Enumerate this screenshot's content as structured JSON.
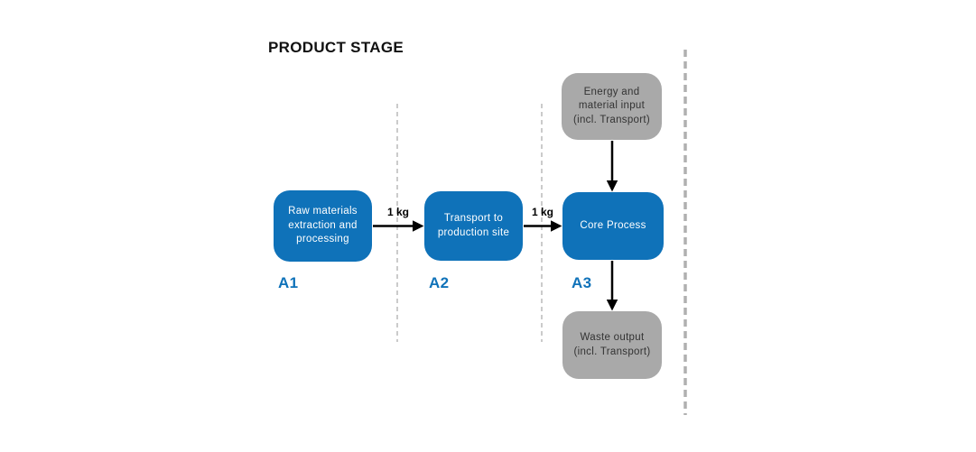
{
  "title": "PRODUCT STAGE",
  "colors": {
    "stage_box_blue": "#0f72b9",
    "aux_box_gray": "#a9a9a9",
    "stage_box_text": "#ffffff",
    "aux_box_text": "#333333",
    "arrow_black": "#000000",
    "divider_gray": "#cbcbcb",
    "boundary_gray": "#b0b0b0"
  },
  "stages": [
    {
      "id": "A1",
      "label": "Raw materials\nextraction and\nprocessing"
    },
    {
      "id": "A2",
      "label": "Transport to\nproduction site"
    },
    {
      "id": "A3",
      "label": "Core Process"
    }
  ],
  "aux_boxes": {
    "energy_input": "Energy and\nmaterial input\n(incl. Transport)",
    "waste_output": "Waste output\n(incl. Transport)"
  },
  "flow_labels": [
    {
      "text": "1 kg"
    },
    {
      "text": "1 kg"
    }
  ]
}
